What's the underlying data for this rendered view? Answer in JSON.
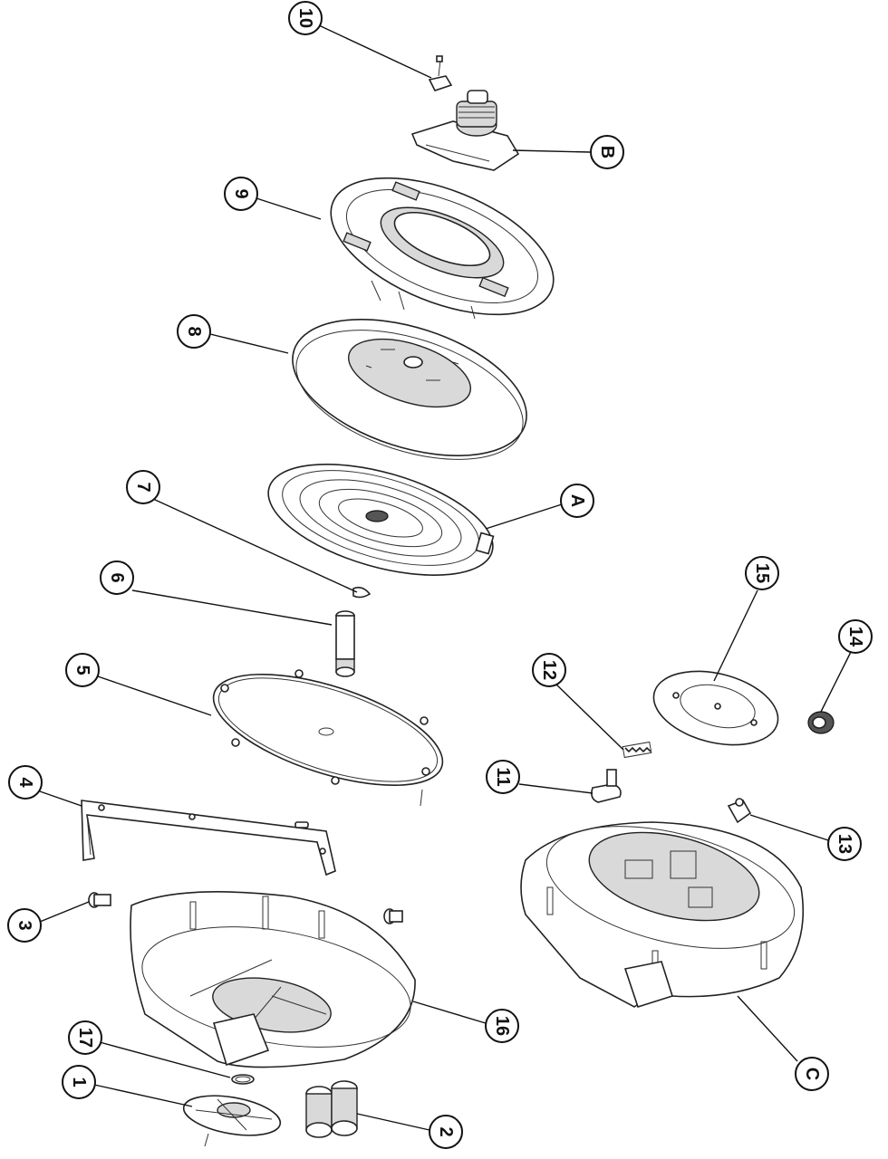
{
  "callouts": [
    {
      "id": "c10",
      "label": "10"
    },
    {
      "id": "cB",
      "label": "B"
    },
    {
      "id": "c9",
      "label": "9"
    },
    {
      "id": "c8",
      "label": "8"
    },
    {
      "id": "c7",
      "label": "7"
    },
    {
      "id": "cA",
      "label": "A"
    },
    {
      "id": "c6",
      "label": "6"
    },
    {
      "id": "c5",
      "label": "5"
    },
    {
      "id": "c15",
      "label": "15"
    },
    {
      "id": "c14",
      "label": "14"
    },
    {
      "id": "c12",
      "label": "12"
    },
    {
      "id": "c11",
      "label": "11"
    },
    {
      "id": "c4",
      "label": "4"
    },
    {
      "id": "c13",
      "label": "13"
    },
    {
      "id": "c3",
      "label": "3"
    },
    {
      "id": "c16",
      "label": "16"
    },
    {
      "id": "c17",
      "label": "17"
    },
    {
      "id": "c1",
      "label": "1"
    },
    {
      "id": "cC",
      "label": "C"
    },
    {
      "id": "c2",
      "label": "2"
    }
  ]
}
